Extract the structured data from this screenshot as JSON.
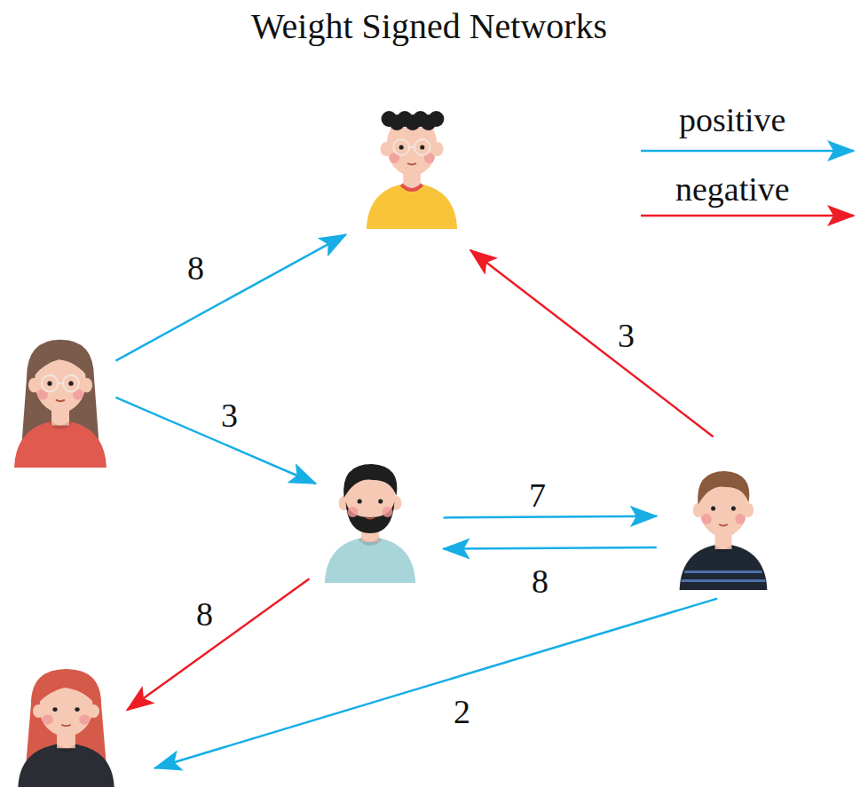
{
  "diagram": {
    "title": "Weight Signed Networks",
    "nodes": [
      {
        "text": []
      },
      {
        "text": []
      },
      {
        "text": []
      },
      {
        "text": []
      },
      {
        "text": []
      }
    ],
    "edges": [
      {
        "from": 1,
        "to": 0,
        "arrow": "to",
        "label": "8"
      },
      {
        "from": 1,
        "to": 2,
        "arrow": "to",
        "label": "3"
      },
      {
        "from": 2,
        "to": 3,
        "arrow": "to",
        "label": "7"
      },
      {
        "from": 3,
        "to": 2,
        "arrow": "to",
        "label": "8"
      },
      {
        "from": 3,
        "to": 0,
        "arrow": "to",
        "label": "3"
      },
      {
        "from": 2,
        "to": 4,
        "arrow": "to",
        "label": "8"
      },
      {
        "from": 3,
        "to": 4,
        "arrow": "to",
        "label": "2"
      }
    ],
    "legend": [
      {
        "text": "positive"
      },
      {
        "text": "negative"
      }
    ]
  }
}
